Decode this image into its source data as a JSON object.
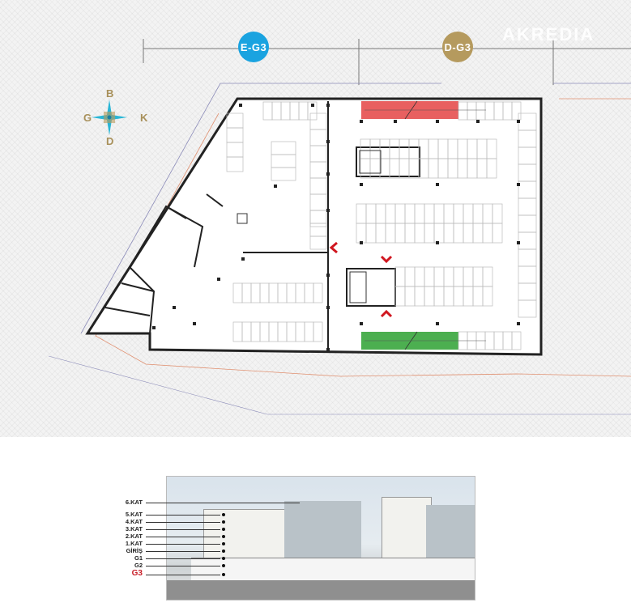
{
  "brand": {
    "logo_text": "AKREDIA"
  },
  "blocks": [
    {
      "label": "E-G3",
      "color": "#1aa3e0"
    },
    {
      "label": "D-G3",
      "color": "#b59a5e"
    }
  ],
  "compass": {
    "north": "B",
    "west": "G",
    "east": "K",
    "south": "D",
    "color": "#a8905a"
  },
  "zones": {
    "ramp_down_color": "#e86060",
    "ramp_up_color": "#4caf50",
    "arrow_color": "#d0161f"
  },
  "section": {
    "floors": [
      "6.KAT",
      "5.KAT",
      "4.KAT",
      "3.KAT",
      "2.KAT",
      "1.KAT",
      "GİRİŞ",
      "G1",
      "G2",
      "G3"
    ],
    "current_floor": "G3",
    "current_color": "#c8202a"
  }
}
